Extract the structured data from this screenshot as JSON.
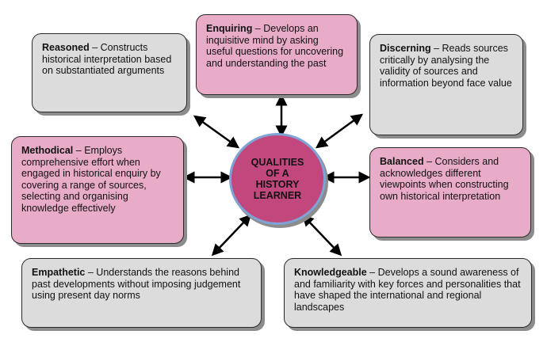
{
  "hub": {
    "label": "QUALITIES\nOF A\nHISTORY\nLEARNER"
  },
  "colors": {
    "hub_fill": "#c2477d",
    "hub_border": "#7ea3d6",
    "pink_box": "#e9acc8",
    "gray_box": "#dcdcdc",
    "arrow": "#000000"
  },
  "qualities": {
    "reasoned": {
      "term": "Reasoned",
      "description": "Constructs historical interpretation based on substantiated arguments"
    },
    "enquiring": {
      "term": "Enquiring",
      "description": "Develops an inquisitive mind by asking useful questions for uncovering and understanding the past"
    },
    "discerning": {
      "term": "Discerning",
      "description": "Reads sources critically by analysing the validity of sources and information beyond face value"
    },
    "methodical": {
      "term": "Methodical",
      "description": "Employs comprehensive effort when engaged in historical enquiry by covering a range of sources, selecting and organising knowledge effectively"
    },
    "balanced": {
      "term": "Balanced",
      "description": "Considers and acknowledges different viewpoints when constructing own historical interpretation"
    },
    "empathetic": {
      "term": "Empathetic",
      "description": "Understands the reasons behind past developments without imposing judgement using present day norms"
    },
    "knowledgeable": {
      "term": "Knowledgeable",
      "description": "Develops a sound awareness of and familiarity with key forces and personalities that have shaped the international and regional landscapes"
    }
  },
  "separator": " – "
}
